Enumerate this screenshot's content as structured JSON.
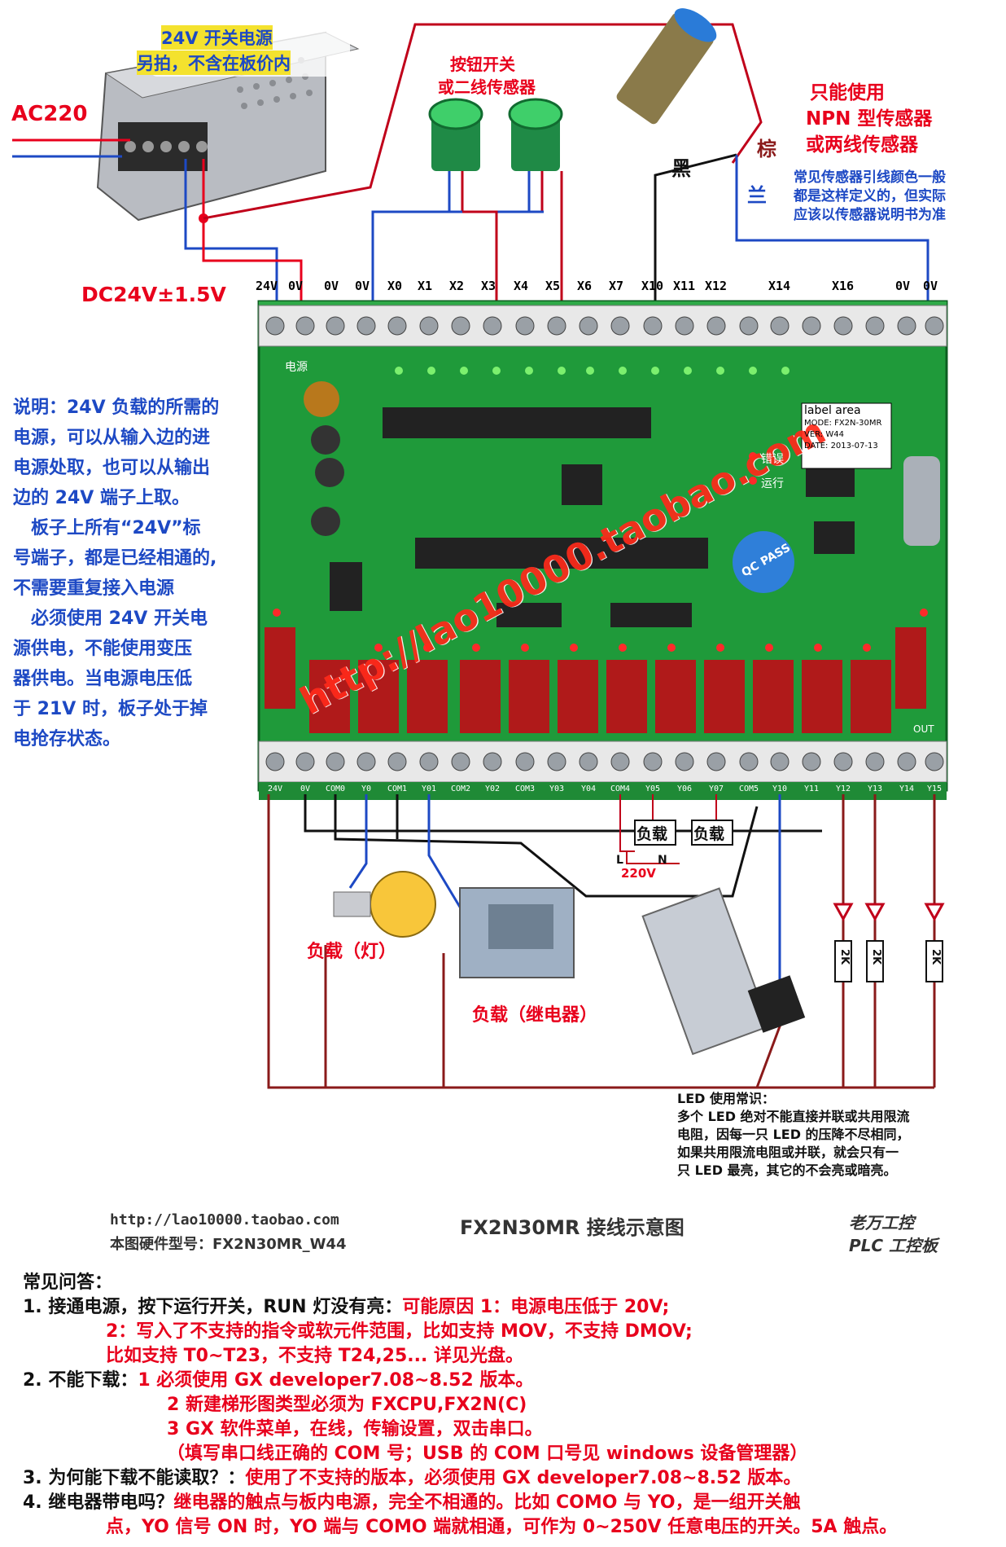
{
  "power_supply": {
    "title_line1": "24V 开关电源",
    "title_line2": "另拍，不含在板价内",
    "ac_label": "AC220",
    "dc_label": "DC24V±1.5V"
  },
  "inputs": {
    "button_label_line1": "按钮开关",
    "button_label_line2": "或二线传感器",
    "sensor_title_line1": "只能使用",
    "sensor_title_line2": "NPN 型传感器",
    "sensor_title_line3": "或两线传感器",
    "wire_black": "黑",
    "wire_brown": "棕",
    "wire_blue": "兰",
    "sensor_note_line1": "常见传感器引线颜色一般",
    "sensor_note_line2": "都是这样定义的，但实际",
    "sensor_note_line3": "应该以传感器说明书为准"
  },
  "top_terminal_labels": [
    "24V",
    "0V",
    "0V",
    "0V",
    "X0",
    "X1",
    "X2",
    "X3",
    "X4",
    "X5",
    "X6",
    "X7",
    "X10",
    "X11",
    "X12",
    "X14",
    "X16",
    "0V",
    "0V"
  ],
  "bottom_terminal_labels": [
    "24V",
    "0V",
    "COM0",
    "Y0",
    "COM1",
    "Y01",
    "COM2",
    "Y02",
    "COM3",
    "Y03",
    "Y04",
    "COM4",
    "Y05",
    "Y06",
    "Y07",
    "COM5",
    "Y10",
    "Y11",
    "Y12",
    "Y13",
    "Y14",
    "Y15"
  ],
  "board_marks": {
    "watermark": "http://lao10000.taobao.com",
    "label_area": "label area",
    "model": "MODE: FX2N-30MR",
    "ver": "VER: W44",
    "date": "DATE: 2013-07-13",
    "qc": "QC PASS",
    "power": "电源",
    "error": "错误",
    "run": "运行",
    "out": "OUT"
  },
  "left_note": [
    "说明：24V 负载的所需的",
    "电源，可以从输入边的进",
    "电源处取，也可以从输出",
    "边的 24V 端子上取。",
    "　板子上所有“24V”标",
    "号端子，都是已经相通的,",
    "不需要重复接入电源",
    "　必须使用 24V 开关电",
    "源供电，不能使用变压",
    "器供电。当电源电压低",
    "于 21V 时，板子处于掉",
    "电抢存状态。"
  ],
  "outputs": {
    "load_box": "负载",
    "ac_source": "220V",
    "l_label": "L",
    "n_label": "N",
    "lamp_label": "负载（灯）",
    "relay_label": "负载（继电器）",
    "resistor_label": "2K"
  },
  "led_note": [
    "LED 使用常识：",
    "多个 LED 绝对不能直接并联或共用限流",
    "电阻，因每一只 LED 的压降不尽相同，",
    "如果共用限流电阻或并联，就会只有一",
    "只 LED 最亮，其它的不会亮或暗亮。"
  ],
  "footer": {
    "url": "http://lao10000.taobao.com",
    "model_line": "本图硬件型号：FX2N30MR_W44",
    "title": "FX2N30MR 接线示意图",
    "brand_line1": "老万工控",
    "brand_line2": "PLC 工控板"
  },
  "faq": {
    "heading": "常见问答：",
    "q1": "1. 接通电源，按下运行开关，RUN 灯没有亮：",
    "a1_1": "可能原因 1：电源电压低于 20V;",
    "a1_2": "2：写入了不支持的指令或软元件范围，比如支持 MOV，不支持 DMOV;",
    "a1_3": "比如支持 T0~T23，不支持 T24,25... 详见光盘。",
    "q2": "2. 不能下载：",
    "a2_1": "1 必须使用 GX developer7.08~8.52 版本。",
    "a2_2": "2 新建梯形图类型必须为 FXCPU,FX2N(C)",
    "a2_3": "3 GX 软件菜单，在线，传输设置，双击串口。",
    "a2_4": "（填写串口线正确的 COM 号；USB 的 COM 口号见 windows 设备管理器）",
    "q3": "3. 为何能下载不能读取？：",
    "a3": "使用了不支持的版本，必须使用 GX developer7.08~8.52 版本。",
    "q4": "4. 继电器带电吗？",
    "a4_1": "继电器的触点与板内电源，完全不相通的。比如 COMO 与 YO，是一组开关触",
    "a4_2": "点，YO 信号 ON 时，YO 端与 COMO 端就相通，可作为 0~250V 任意电压的开关。5A 触点。"
  }
}
